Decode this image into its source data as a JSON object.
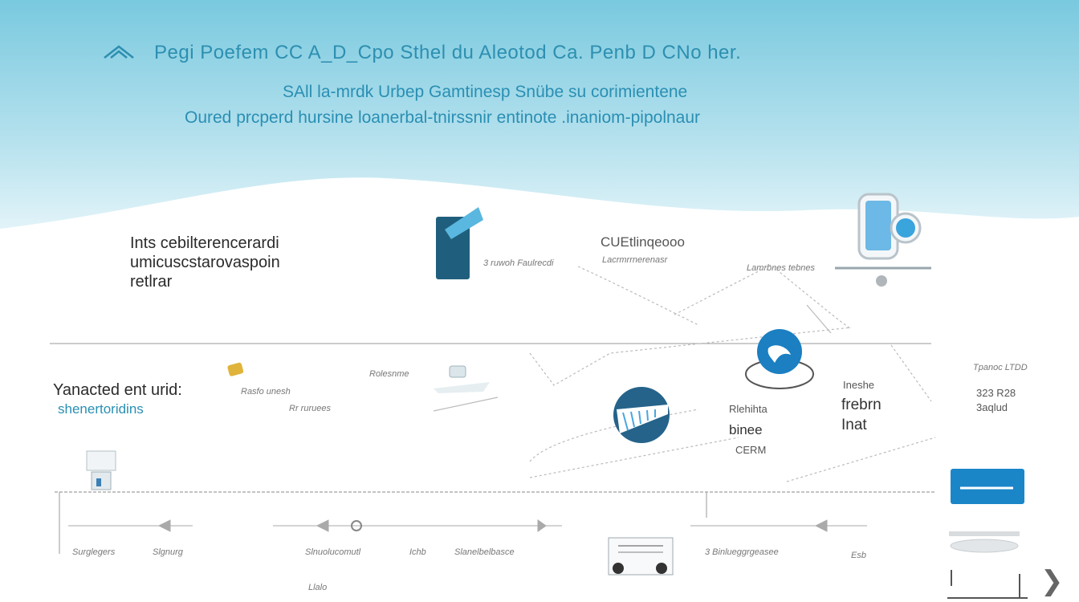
{
  "header": {
    "title": "Pegi  Poefem   CC A_D_Cpo  Sthel   du Aleotod  Ca.  Penb D CNo  her.",
    "subtitle_line1": "SAll la-mrdk  Urbep  Gamtinesp  Snübe su corimientene",
    "subtitle_line2": "Oured prcperd  hursine loanerbal-tnirssnir entinote .inaniom-pipolnaur"
  },
  "left_note": {
    "line1": "Ints cebilterencerardi",
    "line2": "umicuscstarovaspoin",
    "line3": "retlrar"
  },
  "center_label": "CUEtlinqeooo",
  "mid_left": {
    "title": "Yanacted ent urid:",
    "subtitle": "shenertoridins"
  },
  "right_labels": {
    "col1": [
      "Rlehihta",
      "binee",
      "CERM"
    ],
    "col2": [
      "Ineshe",
      "frebrn",
      "Inat"
    ],
    "col3": [
      "Tpanoc LTDD",
      "323 R28",
      "3aqlud"
    ]
  },
  "scribbles": {
    "top_row": [
      "3 ruwoh  Faulrecdi",
      "Lacrmrrnerenasr",
      "Lamrbnes tebnes"
    ],
    "mid_row": [
      "Rasfo unesh",
      "Rolesnme",
      "Rr ruruees"
    ],
    "timeline_labels": [
      "Surglegers",
      "Slgnurg",
      "Slnuolucomutl",
      "Ichb",
      "Slanelbelbasce",
      "3  Binlueggrgeasee",
      "Esb"
    ],
    "bottom_label": "Llalo"
  },
  "colors": {
    "accent": "#2a8fb3",
    "hero_top": "#7fcbe0",
    "hero_bottom": "#ffffff",
    "dark_blue": "#1f5f7d",
    "icon_blue": "#1b8bd0"
  },
  "icons": [
    "logo-icon",
    "phone-icon",
    "device-icon",
    "globe-icon",
    "chart-icon",
    "camera-icon",
    "folder-icon",
    "arrow-right-icon"
  ]
}
